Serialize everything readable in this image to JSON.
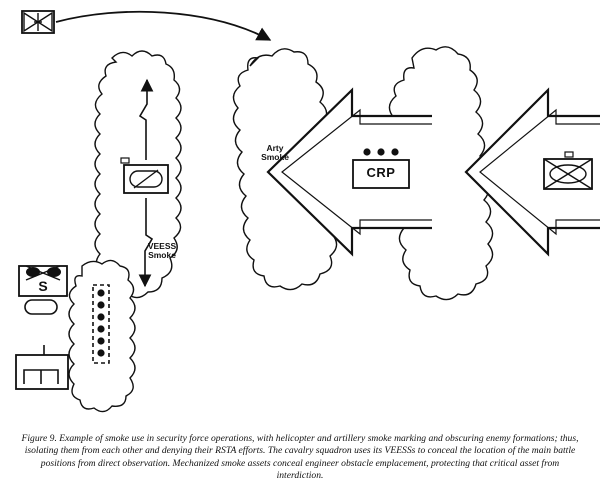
{
  "labels": {
    "arty_smoke": "Arty\nSmoke",
    "veess_smoke": "VEESS\nSmoke",
    "crp": "CRP",
    "engineer_letter": "S"
  },
  "caption": "Figure 9. Example of smoke use in security force operations, with helicopter and artillery smoke marking and obscuring enemy formations; thus, isolating them from each other and denying their RSTA efforts. The cavalry squadron uses its VEESSs to conceal the location of the main battle positions from direct observation. Mechanized smoke assets conceal engineer obstacle emplacement, protecting that critical asset from interdiction.",
  "symbols": [
    "helicopter-unit-symbol",
    "cavalry-unit-symbol",
    "combat-reconnaissance-patrol-symbol",
    "mechanized-infantry-symbol",
    "engineer-unit-symbol",
    "obstacle-symbol",
    "main-battle-position-symbol"
  ]
}
